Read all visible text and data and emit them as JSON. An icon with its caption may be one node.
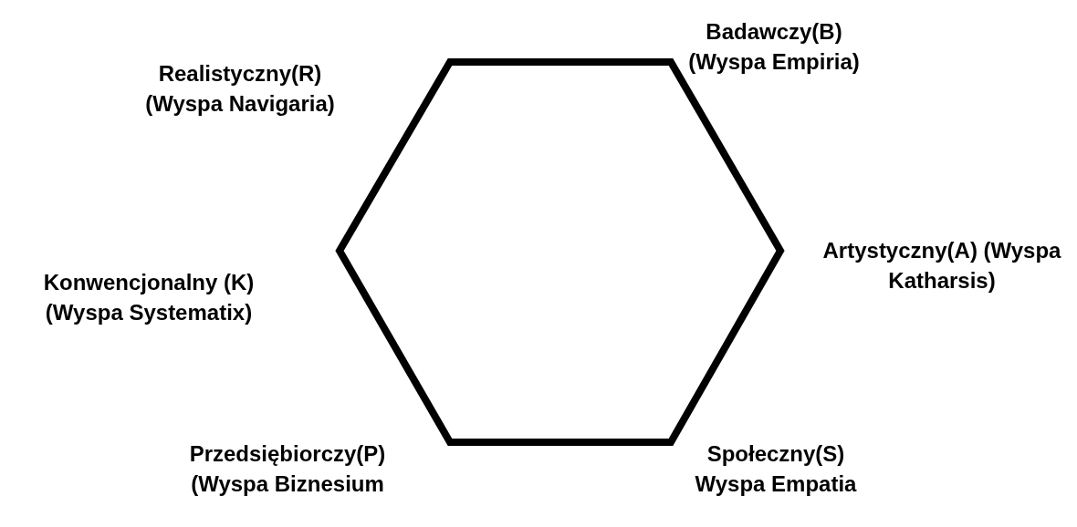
{
  "diagram": {
    "labels": [
      "Realistyczny(R) (Wyspa Navigaria)",
      "Badawczy(B) (Wyspa Empiria)",
      "Artystyczny(A) (Wyspa Katharsis)",
      "Konwencjonalny (K) (Wyspa Systematix)",
      "Przedsiębiorczy(P) (Wyspa Biznesium",
      "Społeczny(S) Wyspa Empatia"
    ]
  }
}
